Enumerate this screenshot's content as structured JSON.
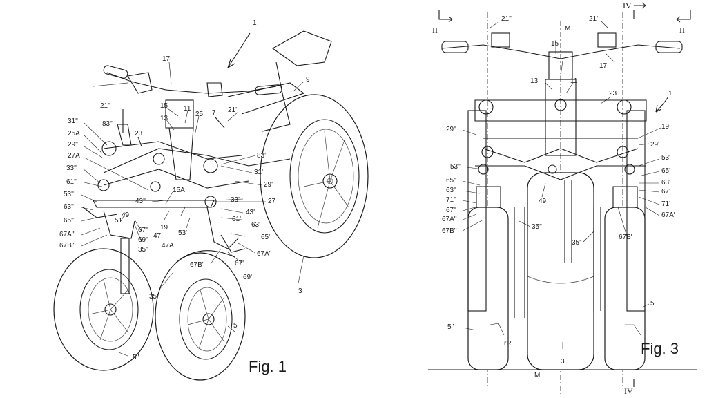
{
  "figures": {
    "fig1": {
      "caption": "Fig. 1",
      "labels": [
        "1",
        "17",
        "9",
        "15",
        "13",
        "11",
        "25",
        "7",
        "21'",
        "21''",
        "83''",
        "31''",
        "25A",
        "23",
        "29''",
        "27A",
        "33''",
        "61''",
        "53''",
        "63''",
        "65''",
        "67A''",
        "67B''",
        "43''",
        "15A",
        "49",
        "51",
        "67''",
        "69''",
        "35''",
        "47",
        "47A",
        "19",
        "53'",
        "61'",
        "63'",
        "65'",
        "67A'",
        "67'",
        "69'",
        "67B'",
        "35'",
        "83'",
        "31'",
        "29'",
        "27",
        "33'",
        "43'",
        "5'",
        "5''",
        "3"
      ]
    },
    "fig3": {
      "caption": "Fig. 3",
      "labels": [
        "21''",
        "21'",
        "M",
        "15",
        "17",
        "13",
        "11",
        "23",
        "1",
        "29''",
        "19",
        "29'",
        "53''",
        "65''",
        "63''",
        "71''",
        "67''",
        "67A''",
        "67B''",
        "49",
        "35''",
        "35'",
        "67B'",
        "53'",
        "65'",
        "63'",
        "67'",
        "71'",
        "67A'",
        "5'",
        "5''",
        "3",
        "rR",
        "M"
      ],
      "section_marks": [
        "II",
        "II",
        "IV",
        "IV"
      ]
    }
  }
}
